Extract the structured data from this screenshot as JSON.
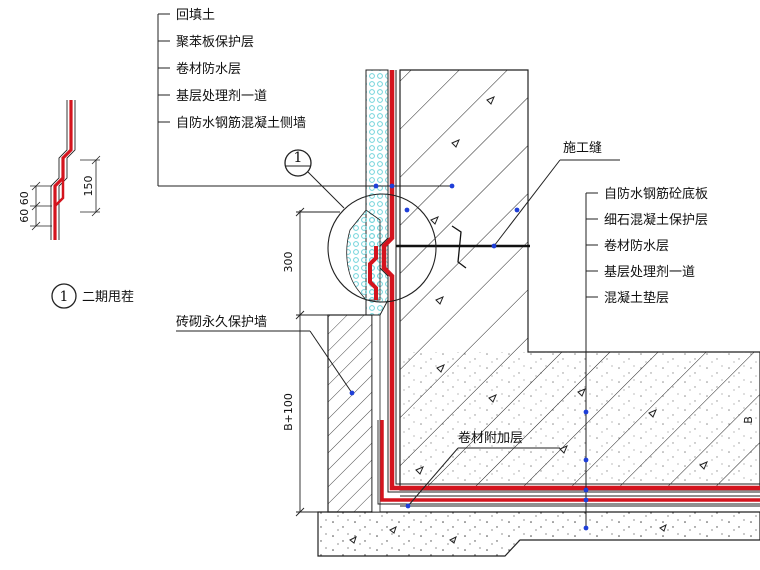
{
  "left_labels": [
    "回填土",
    "聚苯板保护层",
    "卷材防水层",
    "基层处理剂一道",
    "自防水钢筋混凝土侧墙"
  ],
  "right_labels": [
    "自防水钢筋砼底板",
    "细石混凝土保护层",
    "卷材防水层",
    "基层处理剂一道",
    "混凝土垫层"
  ],
  "construction_joint": "施工缝",
  "brick_wall": "砖砌永久保护墙",
  "membrane_additional": "卷材附加层",
  "detail": {
    "number": "1",
    "caption": "二期甩茬",
    "dim_150": "150",
    "dim_60_60": "60 60"
  },
  "dims": {
    "d300": "300",
    "dB100": "B+100",
    "right_B": "B"
  },
  "callout_number": "1",
  "colors": {
    "membrane": "#d4141e",
    "leader": "#1a1a1a",
    "marker": "#1f3fd8",
    "hatch": "#222222",
    "eps": "#6fd3da"
  }
}
